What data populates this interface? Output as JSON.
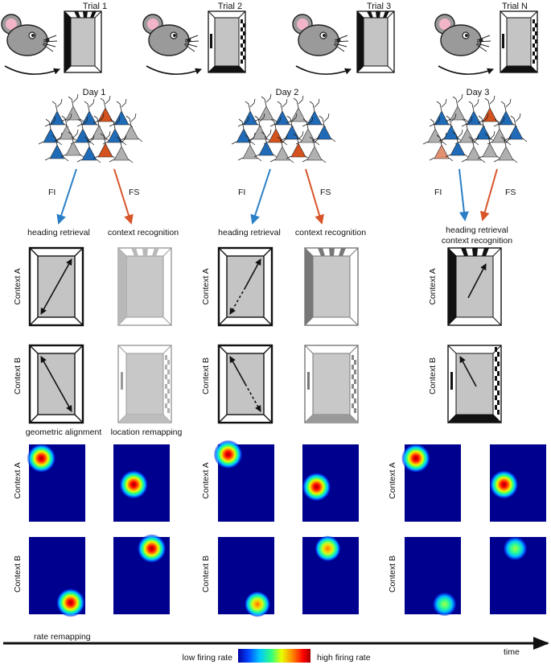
{
  "trials": [
    "Trial 1",
    "Trial 2",
    "Trial 3",
    "Trial N"
  ],
  "days": [
    "Day 1",
    "Day 2",
    "Day 3"
  ],
  "fi_label": "FI",
  "fs_label": "FS",
  "outcomes": {
    "heading_retrieval": "heading retrieval",
    "context_recognition": "context recognition"
  },
  "context_a": "Context A",
  "context_b": "Context B",
  "mechanisms": {
    "geometric_alignment": "geometric alignment",
    "location_remapping": "location remapping",
    "rate_remapping": "rate remapping"
  },
  "colorbar": {
    "low": "low firing rate",
    "high": "high firing rate",
    "stops": [
      "#0000a0",
      "#0044ff",
      "#00c8ff",
      "#30ff80",
      "#e8ff00",
      "#ff8000",
      "#ff0000",
      "#a00000"
    ]
  },
  "time_label": "time",
  "colors": {
    "fi_arrow": "#2a7fc6",
    "fs_arrow": "#d8552a",
    "fi_cell": "#1f6bb8",
    "fs_cell": "#d4521e",
    "other_cell": "#b0b0b0",
    "map_bg": "#00008f"
  },
  "firing_maps": [
    {
      "day": "Day 1",
      "context": "Context A",
      "cell": "FI",
      "peak": 1.0
    },
    {
      "day": "Day 1",
      "context": "Context A",
      "cell": "FS",
      "peak": 1.0
    },
    {
      "day": "Day 1",
      "context": "Context B",
      "cell": "FI",
      "peak": 1.0
    },
    {
      "day": "Day 1",
      "context": "Context B",
      "cell": "FS",
      "peak": 1.0
    },
    {
      "day": "Day 2",
      "context": "Context A",
      "cell": "FI",
      "peak": 1.0
    },
    {
      "day": "Day 2",
      "context": "Context A",
      "cell": "FS",
      "peak": 1.0
    },
    {
      "day": "Day 2",
      "context": "Context B",
      "cell": "FI",
      "peak": 0.75
    },
    {
      "day": "Day 2",
      "context": "Context B",
      "cell": "FS",
      "peak": 0.75
    },
    {
      "day": "Day 3",
      "context": "Context A",
      "cell": "FI",
      "peak": 1.0
    },
    {
      "day": "Day 3",
      "context": "Context A",
      "cell": "FS",
      "peak": 1.0
    },
    {
      "day": "Day 3",
      "context": "Context B",
      "cell": "FI",
      "peak": 0.5
    },
    {
      "day": "Day 3",
      "context": "Context B",
      "cell": "FS",
      "peak": 0.5
    }
  ]
}
